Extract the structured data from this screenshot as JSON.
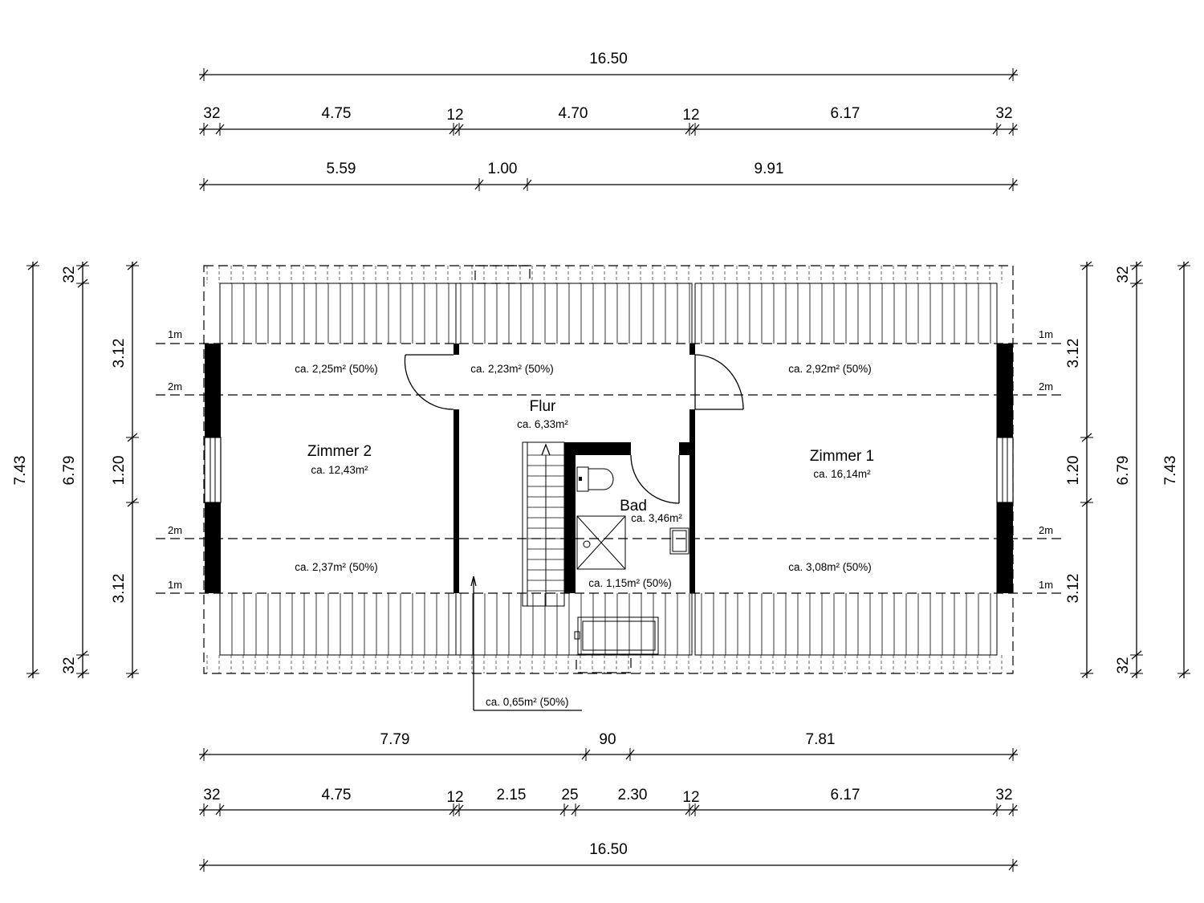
{
  "dimensions": {
    "top": {
      "overall": "16.50",
      "row2": [
        "32",
        "4.75",
        "12",
        "4.70",
        "12",
        "6.17",
        "32"
      ],
      "row3": [
        "5.59",
        "1.00",
        "9.91"
      ]
    },
    "bottom": {
      "row1": [
        "7.79",
        "90",
        "7.81"
      ],
      "row2": [
        "32",
        "4.75",
        "12",
        "2.15",
        "25",
        "2.30",
        "12",
        "6.17",
        "32"
      ],
      "overall": "16.50"
    },
    "left": {
      "overall": "7.43",
      "inner": "6.79",
      "eaves_top": "32",
      "eaves_bottom": "32",
      "seg_top": "3.12",
      "seg_mid": "1.20",
      "seg_bottom": "3.12"
    },
    "right": {
      "overall": "7.43",
      "inner": "6.79",
      "eaves_top": "32",
      "eaves_bottom": "32",
      "seg_top": "3.12",
      "seg_mid": "1.20",
      "seg_bottom": "3.12"
    }
  },
  "height_levels": {
    "one_meter": "1m",
    "two_meter": "2m"
  },
  "rooms": {
    "zimmer2": {
      "name": "Zimmer 2",
      "area": "ca. 12,43m²"
    },
    "zimmer1": {
      "name": "Zimmer 1",
      "area": "ca. 16,14m²"
    },
    "flur": {
      "name": "Flur",
      "area": "ca. 6,33m²"
    },
    "bad": {
      "name": "Bad",
      "area": "ca. 3,46m²"
    }
  },
  "partial_areas": {
    "z2_top": "ca. 2,25m² (50%)",
    "flur_top": "ca. 2,23m² (50%)",
    "z1_top": "ca. 2,92m² (50%)",
    "z2_bottom": "ca. 2,37m² (50%)",
    "bad_bottom": "ca. 1,15m² (50%)",
    "z1_bottom": "ca. 3,08m² (50%)",
    "flur_bottom": "ca. 0,65m² (50%)"
  }
}
